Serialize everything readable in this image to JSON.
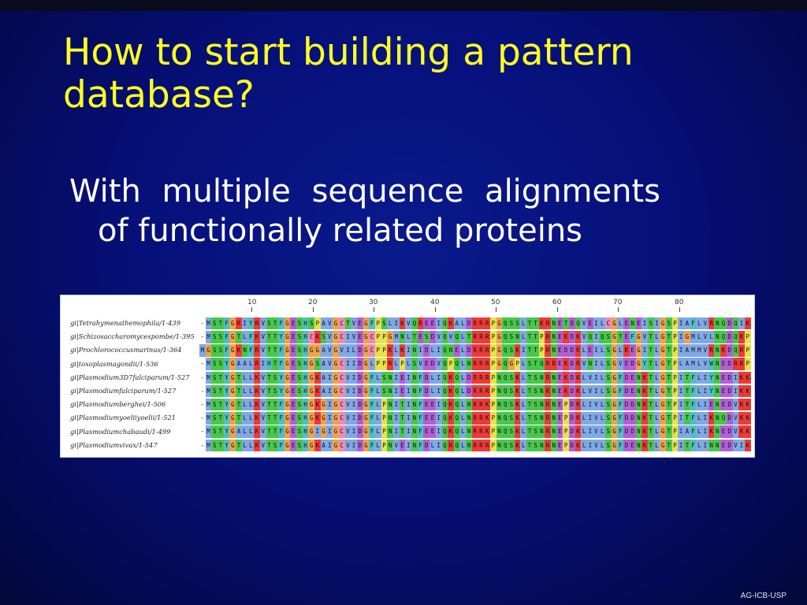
{
  "slide": {
    "title": "How to start building a pattern database?",
    "body_line1": "With multiple sequence alignments",
    "body_line2": "of functionally related proteins",
    "footer": "AG-ICB-USP"
  },
  "alignment": {
    "ruler": [
      "10",
      "20",
      "30",
      "40",
      "50",
      "60",
      "70",
      "80"
    ],
    "sequences": [
      {
        "name": "gi|Tetrahymenathemophila/1-439",
        "seq": "-MSTFGRIYRVSTFGESHSPAVGCTVEGFPSLIKVQREEIQKALDRRRPGQSSLTTKRNETDQVEILCGLENEISIGSPIAFLVRNQDQIK"
      },
      {
        "name": "gi|Schizosaccharomycespombe/1-395",
        "seq": "-MSSFGTLFKVTTYGESHCKSVGCIVEGCPPGMNLTESDVQVQLTRRRPGQSNLTTPRNEKDKVQIQSGTEFGVTLGTPIGMLVLNQDQKP"
      },
      {
        "name": "gi|Prochlorococcusmarinus/1-364",
        "seq": "MGSSFGKNFRVTTFGESHGGAVGVILDGCPPKLKINIDLIQNELDRRRPGQSKITTPRNEDDKLEILSGLKEGITLGTPIAMMVRNKDQRP"
      },
      {
        "name": "gi|toxoplasmagondii/1-536",
        "seq": "-MSSYGAALRIHTFGESHGSAVGCIIDGLPPRLPLSVEDVQPQLNRRRPGQGPLSTQRREKDRVNILSGVEDGYTLGTPLAMLVWNEDRRP"
      },
      {
        "name": "gi|Plasmodium3D7falciparum/1-527",
        "seq": "-MSTYGTLLKVTSYGESHGKAIGCVIDGFLSNIEINFDLIQKQLDRRRPNQSKLTSNRNEKDKLVILSGFDENKTLGTPITFLIYNEDIKK"
      },
      {
        "name": "gi|Plasmodiumfalciparum/1-527",
        "seq": "-MSTYGTLLKVTSYGESHGKAIGCVIDGFLSNIEINFDLIQKQLDRRRPNQSKLTSNRNEKDKLVILSGFDENKTLGTPITFLIYNEDIKK"
      },
      {
        "name": "gi|Plasmodiumberghei/1-506",
        "seq": "-MSTYGTLLKVTTFGESHGKGIGCVIDGFLPNITINFEEIQKQLNRRKPNQSKLTSNRNEPDKLIVLSGFDDNKTLGTPITFLIENEDVKK"
      },
      {
        "name": "gi|Plasmodiumyoeliiyoelii/1-521",
        "seq": "-MSTYGTLLKVTTFGESHGKGIGCVIDGFLPNITINFEEIQKQLNRRKPNQSKLTSNRNEPDKLIVLSGFDDNKTLGTPITFLIKNQDVKK"
      },
      {
        "name": "gi|Plasmodiumchabaudi/1-499",
        "seq": "-MSTYGALLKVTTFGESHGIGIGCVIDGFLPNITINFEEIQKQLNRRKPNQSKLTSNRNEPDKLIVLSGFDDNKTLGTPIAFLIKNEDVKK"
      },
      {
        "name": "gi|Plasmodiumvivax/1-547",
        "seq": "-MSTYGTLLKVTSFGESHGKAIGCVIDGFLPNVEINFDLIQRQLNRRRPNQSKLTSNRNEPDKLIVLSGFDENKTLGTPITFLINNEDVIK"
      }
    ],
    "colors": {
      "hydrophobic": "#7fa8e6",
      "positive": "#ee3a36",
      "negative": "#b25fd6",
      "polar": "#48c84a",
      "glycine": "#f0a24a",
      "proline": "#e8e24a",
      "aromatic": "#4fc0c0",
      "cysteine": "#f08ab4",
      "gap": "#ffffff"
    }
  }
}
